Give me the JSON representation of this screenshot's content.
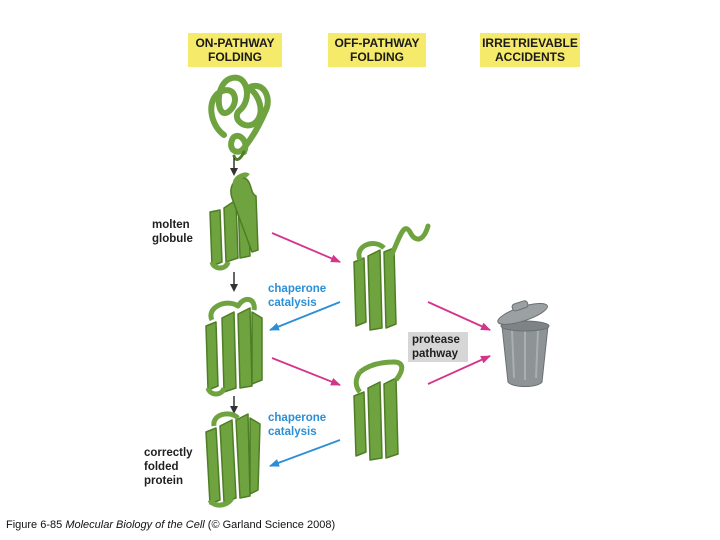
{
  "headers": {
    "on_pathway": [
      "ON-PATHWAY",
      "FOLDING"
    ],
    "off_pathway": [
      "OFF-PATHWAY",
      "FOLDING"
    ],
    "irretrievable": [
      "IRRETRIEVABLE",
      "ACCIDENTS"
    ]
  },
  "labels": {
    "molten_globule": [
      "molten",
      "globule"
    ],
    "correctly_folded": [
      "correctly",
      "folded",
      "protein"
    ]
  },
  "chaperone_1": [
    "chaperone",
    "catalysis"
  ],
  "chaperone_2": [
    "chaperone",
    "catalysis"
  ],
  "protease": [
    "protease",
    "pathway"
  ],
  "caption": {
    "prefix": "Figure 6-85 ",
    "book": "Molecular Biology of the Cell",
    "suffix": " (© Garland Science 2008)"
  },
  "colors": {
    "protein": "#6fa33f",
    "protein_dark": "#4f7d27",
    "magenta_arrow": "#d6338a",
    "blue_arrow": "#2b8fd6",
    "header_bg": "#f5ea6a",
    "trash_can": "#8e9496"
  }
}
